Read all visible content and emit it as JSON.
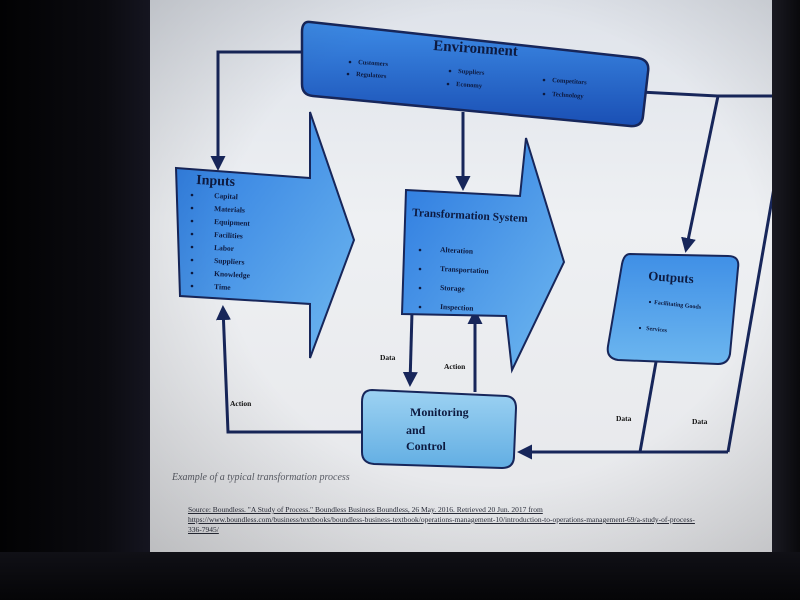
{
  "environment": {
    "title": "Environment",
    "items": [
      "Customers",
      "Suppliers",
      "Competitors",
      "Regulators",
      "Economy",
      "Technology"
    ]
  },
  "inputs": {
    "title": "Inputs",
    "items": [
      "Capital",
      "Materials",
      "Equipment",
      "Facilities",
      "Labor",
      "Suppliers",
      "Knowledge",
      "Time"
    ]
  },
  "transformation": {
    "title": "Transformation System",
    "items": [
      "Alteration",
      "Transportation",
      "Storage",
      "Inspection"
    ]
  },
  "outputs": {
    "title": "Outputs",
    "items": [
      "Facilitating Goods",
      "Services"
    ]
  },
  "monitoring": {
    "line1": "Monitoring",
    "line2": "and",
    "line3": "Control"
  },
  "labels": {
    "data_left": "Data",
    "action_mid": "Action",
    "action_left": "Action",
    "data_out1": "Data",
    "data_out2": "Data"
  },
  "caption": "Example of a typical transformation process",
  "source": "Source: Boundless. \"A Study of Process.\" Boundless Business Boundless, 26 May. 2016. Retrieved 20 Jun. 2017 from https://www.boundless.com/business/textbooks/boundless-business-textbook/operations-management-10/introduction-to-operations-management-69/a-study-of-process-336-7945/",
  "colors": {
    "box_fill_dark": "#1d5fc8",
    "box_fill_light": "#5aa9ec",
    "stroke": "#17265a",
    "monitor_fill": "#7cbfe8"
  }
}
